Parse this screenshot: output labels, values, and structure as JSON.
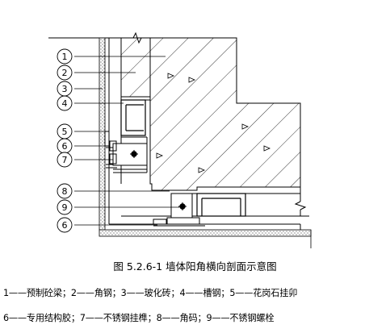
{
  "figure": {
    "caption": "图 5.2.6-1  墙体阳角横向剖面示意图",
    "legend_line_1": "1——预制砼梁；2——角钢；3——玻化砖；4——槽钢；5——花岗石挂卯",
    "legend_line_2": "6——专用结构胶；7——不锈钢挂榫；8——角码；9——不锈钢螺栓"
  },
  "callouts": [
    {
      "number": "1"
    },
    {
      "number": "2"
    },
    {
      "number": "3"
    },
    {
      "number": "4"
    },
    {
      "number": "5"
    },
    {
      "number": "6"
    },
    {
      "number": "7"
    },
    {
      "number": "8"
    },
    {
      "number": "9"
    },
    {
      "number": "6"
    }
  ],
  "colors": {
    "line": "#000000",
    "hatch": "#000000",
    "background": "#ffffff"
  }
}
